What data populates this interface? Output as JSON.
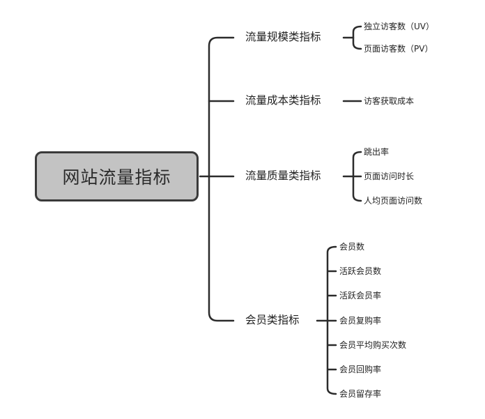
{
  "root": "网站流量指标",
  "branches": [
    {
      "label": "流量规模类指标",
      "children": [
        "独立访客数（UV）",
        "页面访客数（PV）"
      ]
    },
    {
      "label": "流量成本类指标",
      "children": [
        "访客获取成本"
      ]
    },
    {
      "label": "流量质量类指标",
      "children": [
        "跳出率",
        "页面访问时长",
        "人均页面访问数"
      ]
    },
    {
      "label": "会员类指标",
      "children": [
        "会员数",
        "活跃会员数",
        "活跃会员率",
        "会员复购率",
        "会员平均购买次数",
        "会员回购率",
        "会员留存率"
      ]
    }
  ],
  "colors": {
    "line": "#2b2b2b",
    "root_fill": "#c3c3c3",
    "root_border": "#3a3a3a"
  }
}
